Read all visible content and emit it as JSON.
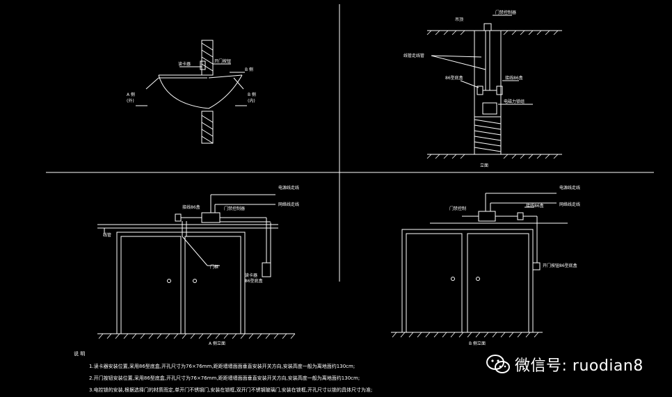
{
  "colors": {
    "background": "#000000",
    "lines": "#ffffff"
  },
  "watermark": {
    "text": "微信号: ruodian8",
    "icon": "wechat-icon"
  },
  "notes": {
    "title": "说 明",
    "lines": [
      "1.读卡器安装位置,采用86型底盒,开孔尺寸为76×76mm,距距墙墙面面垂直安装开关方向,安装高度一般为离地面约130cm;",
      "2.开门按钮安装位置,采用86型底盒,开孔尺寸为76×76mm,距距墙墙面面垂直安装开关方向,安装高度一般为离地面约130cm;",
      "3.电控锁的安装,根据选择门的材质而定,单开门不锈钢门,安装在锁框,双开门不锈钢玻璃门,安装在锁框,开孔尺寸以锁的具体尺寸为准;"
    ]
  },
  "diagram_top_left": {
    "labels": {
      "reader": "读卡器",
      "exit": "开门按钮",
      "b_label": "B 侧",
      "a_left": "A 侧",
      "a_left_sub": "(外)",
      "b_right": "B 侧",
      "b_right_sub": "(内)"
    }
  },
  "diagram_top_right": {
    "labels": {
      "ceiling": "吊顶",
      "junction": "门禁控制器",
      "conduit": "线管走线管",
      "box": "接线86盒",
      "lock": "86型底盒",
      "magnet": "电磁力锁组",
      "caption": "立面"
    }
  },
  "diagram_bottom_left": {
    "labels": {
      "elec": "电源线走线",
      "net": "网络线走线",
      "box86": "接线86盒",
      "ctrl": "门禁控制器",
      "wire": "线管",
      "frame": "门框",
      "reader": "读卡器",
      "reader_sub": "86型底盒",
      "caption": "A 侧立面"
    }
  },
  "diagram_bottom_right": {
    "labels": {
      "elec": "电源线走线",
      "net": "网络线走线",
      "ctrl": "门禁控制",
      "box86": "接线86盒",
      "reader": "开门按钮86型底盒",
      "caption": "B 侧立面"
    }
  }
}
